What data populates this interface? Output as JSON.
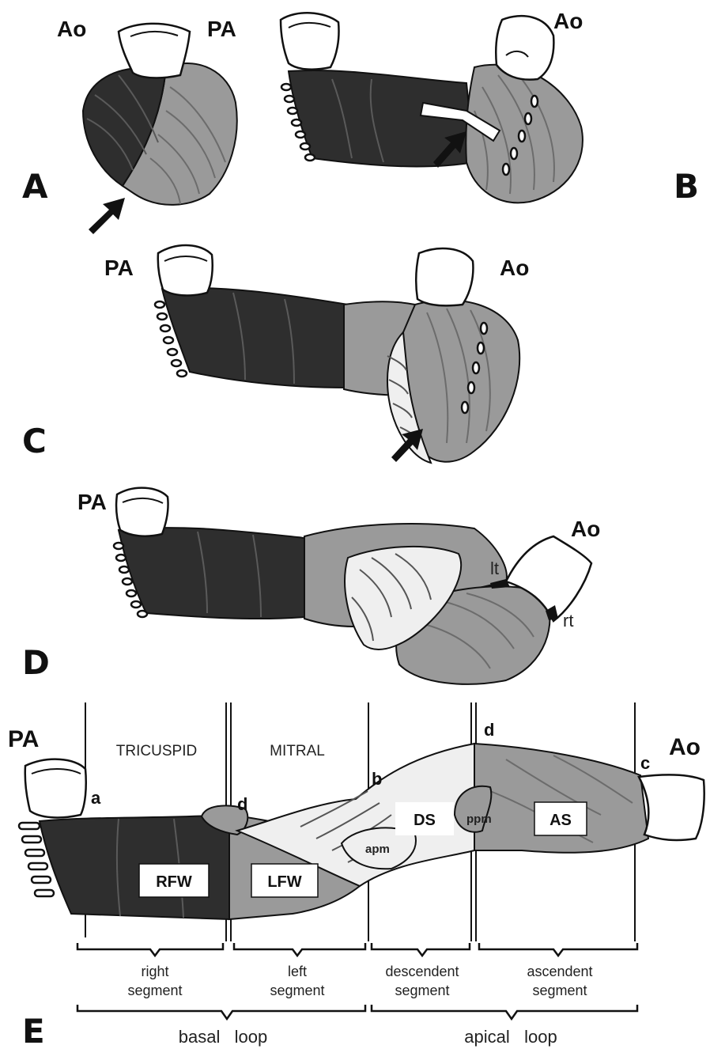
{
  "panels": {
    "a": {
      "letter": "A",
      "left_vessel": "Ao",
      "right_vessel": "PA"
    },
    "b": {
      "letter": "B",
      "vessel": "Ao"
    },
    "c": {
      "letter": "C",
      "left_vessel": "PA",
      "right_vessel": "Ao"
    },
    "d": {
      "letter": "D",
      "left_vessel": "PA",
      "right_vessel": "Ao",
      "trigone_left": "lt",
      "trigone_right": "rt"
    },
    "e": {
      "letter": "E",
      "left_vessel": "PA",
      "right_vessel": "Ao",
      "valve_tricuspid": "TRICUSPID",
      "valve_mitral": "MITRAL",
      "points": {
        "a": "a",
        "b": "b",
        "c": "c",
        "d1": "d",
        "d2": "d"
      },
      "boxes": {
        "rfw": "RFW",
        "lfw": "LFW",
        "ds": "DS",
        "as": "AS"
      },
      "muscles": {
        "apm": "apm",
        "ppm": "ppm"
      },
      "segments": [
        {
          "line1": "right",
          "line2": "segment"
        },
        {
          "line1": "left",
          "line2": "segment"
        },
        {
          "line1": "descendent",
          "line2": "segment"
        },
        {
          "line1": "ascendent",
          "line2": "segment"
        }
      ],
      "loops": {
        "basal": "basal   loop",
        "apical": "apical   loop"
      }
    }
  },
  "colors": {
    "dark_muscle": "#2e2e2e",
    "gray_muscle": "#9a9a9a",
    "light_muscle": "#efefef"
  }
}
